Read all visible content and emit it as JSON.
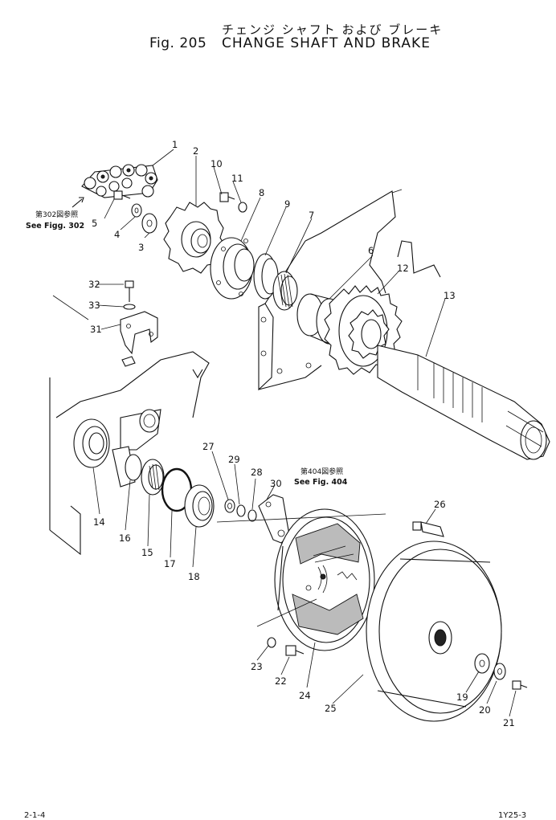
{
  "header": {
    "jp_title": "チェンジ シャフト および ブレーキ",
    "fig_label": "Fig. 205",
    "title": "CHANGE SHAFT AND BRAKE"
  },
  "refs": {
    "r302_jp": "第302図参照",
    "r302_en": "See Figg. 302",
    "r404_jp": "第404図参照",
    "r404_en": "See Fig. 404"
  },
  "callouts": [
    "1",
    "2",
    "3",
    "4",
    "5",
    "6",
    "7",
    "8",
    "9",
    "10",
    "11",
    "12",
    "13",
    "14",
    "15",
    "16",
    "17",
    "18",
    "19",
    "20",
    "21",
    "22",
    "23",
    "24",
    "25",
    "26",
    "27",
    "28",
    "29",
    "30",
    "31",
    "32",
    "33"
  ],
  "footer": {
    "left": "2-1-4",
    "right": "1Y25-3"
  }
}
